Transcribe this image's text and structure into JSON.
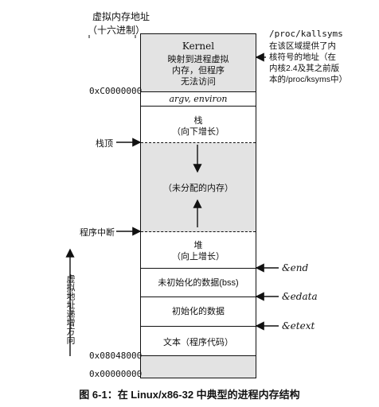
{
  "header": {
    "title": "虚拟内存地址",
    "subtitle": "（十六进制）"
  },
  "segments": {
    "kernel": {
      "title": "Kernel",
      "desc_lines": [
        "映射到进程虚拟",
        "内存，但程序",
        "无法访问"
      ]
    },
    "argv": "argv, environ",
    "stack": {
      "line1": "栈",
      "line2": "（向下增长）"
    },
    "unallocated": "（未分配的内存）",
    "heap": {
      "line1": "堆",
      "line2": "（向上增长）"
    },
    "bss": "未初始化的数据(bss)",
    "data": "初始化的数据",
    "text": "文本（程序代码）"
  },
  "addresses": {
    "kernel_start": "0xC0000000",
    "text_start": "0x08048000",
    "zero": "0x00000000"
  },
  "pointers": {
    "stack_top": "栈顶",
    "program_break": "程序中断"
  },
  "annotations": {
    "proc_path": "/proc/kallsyms",
    "proc_desc_lines": [
      "在该区域提供了内",
      "核符号的地址（在",
      "内核2.4及其之前版",
      "本的/proc/ksyms中）"
    ],
    "end_sym": "&end",
    "edata_sym": "&edata",
    "etext_sym": "&etext"
  },
  "axis_label": "虚拟地址递增方向",
  "caption": "图 6-1：在 Linux/x86-32 中典型的进程内存结构",
  "colors": {
    "shade": "#e3e3e3",
    "line": "#111111"
  }
}
